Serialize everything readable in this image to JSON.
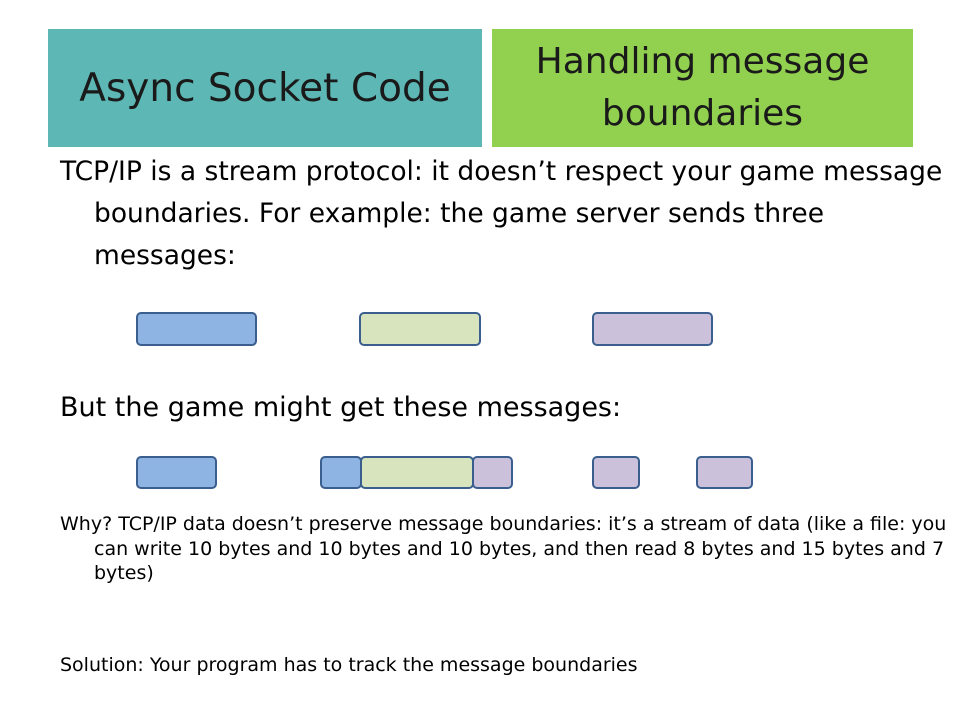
{
  "header": {
    "title": "Async Socket Code",
    "subtitle": "Handling message boundaries"
  },
  "colors": {
    "title_left_bg": "#5db7b5",
    "title_right_bg": "#92d050",
    "message_1": "#8eb4e3",
    "message_2": "#d7e4bd",
    "message_3": "#ccc1da",
    "block_border": "#3a5f8f"
  },
  "body": {
    "para1": "TCP/IP is a stream protocol: it doesn’t respect your game message boundaries.  For example: the game server sends three messages:",
    "para2": "But the game might get these messages:",
    "para3": "Why?  TCP/IP data doesn’t preserve message boundaries: it’s a stream of data (like a file: you can write 10 bytes and 10 bytes and 10 bytes, and then read 8 bytes and 15 bytes and 7 bytes)",
    "para4": "Solution: Your program has to track the message boundaries"
  },
  "diagram": {
    "sent_messages": [
      "blue",
      "green",
      "purple"
    ],
    "received_fragments": [
      "blue",
      "blue",
      "green",
      "purple",
      "purple",
      "purple"
    ]
  }
}
